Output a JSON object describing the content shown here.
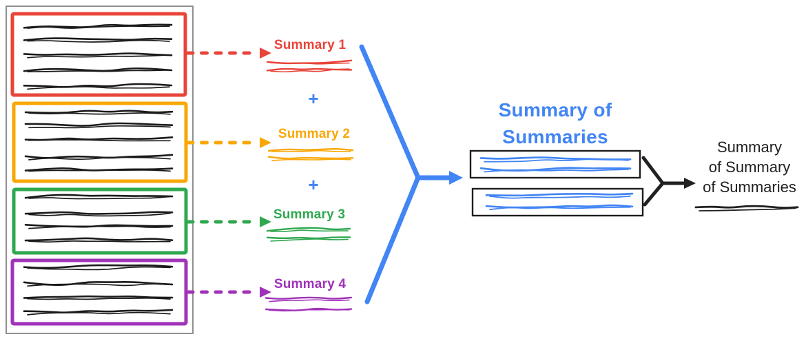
{
  "palette": {
    "red": "#E8453A",
    "orange": "#F9A705",
    "green": "#2FA84F",
    "purple": "#A032B8",
    "blue": "#4285F4",
    "ink": "#212121",
    "frame_gray": "#8F8F8F",
    "box_outline": "#1D1D1D"
  },
  "documents_panel": {
    "boxes": [
      {
        "color": "red",
        "text_lines": 5
      },
      {
        "color": "orange",
        "text_lines": 5
      },
      {
        "color": "green",
        "text_lines": 4
      },
      {
        "color": "purple",
        "text_lines": 4
      }
    ]
  },
  "summaries": [
    {
      "label": "Summary 1",
      "color": "red",
      "sketch_lines": 2
    },
    {
      "label": "Summary 2",
      "color": "orange",
      "sketch_lines": 2
    },
    {
      "label": "Summary 3",
      "color": "green",
      "sketch_lines": 2
    },
    {
      "label": "Summary 4",
      "color": "purple",
      "sketch_lines": 2
    }
  ],
  "plus_sign": "+",
  "merge_stage": {
    "title": [
      "Summary of",
      "Summaries"
    ],
    "color": "blue",
    "boxes": [
      {
        "sketch_lines": 2
      },
      {
        "sketch_lines": 2
      }
    ]
  },
  "final_stage": {
    "title": [
      "Summary",
      "of Summary",
      "of Summaries"
    ],
    "color": "ink",
    "sketch_lines": 1
  },
  "icons": {
    "dashed_arrow": "dashed-arrow-icon",
    "solid_arrow": "solid-arrow-icon"
  }
}
